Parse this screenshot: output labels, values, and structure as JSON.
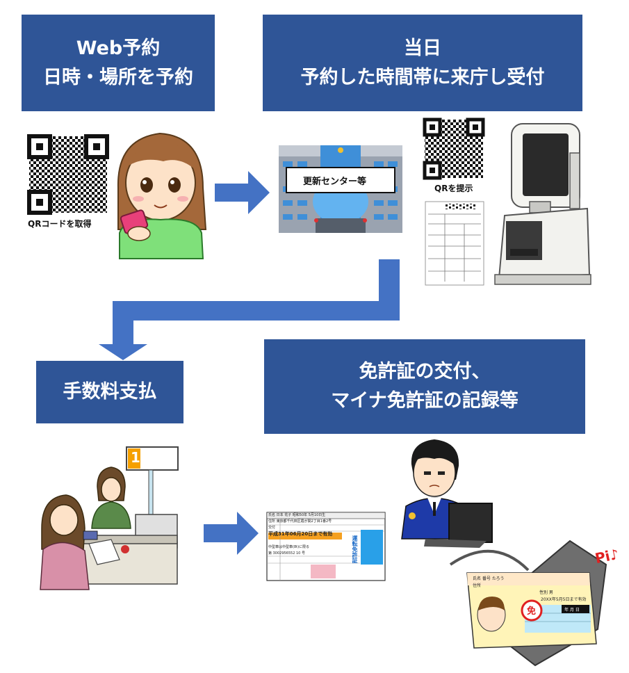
{
  "steps": [
    {
      "line1": "Web予約",
      "line2": "日時・場所を予約"
    },
    {
      "line1": "当日",
      "line2": "予約した時間帯に来庁し受付"
    },
    {
      "line1": "手数料支払"
    },
    {
      "line1": "免許証の交付、",
      "line2": "マイナ免許証の記録等"
    }
  ],
  "captions": {
    "qr_get": "QRコードを取得",
    "qr_show": "QRを提示",
    "center_sign": "更新センター等",
    "window_number": "1",
    "sound": "Pi♪"
  },
  "license": {
    "name_label": "氏名",
    "name": "日本 花子",
    "dob": "昭和50年 5月10日生",
    "address_label": "住所",
    "address": "東京都千代田区霞が関2丁目1番2号",
    "issue_label": "交付",
    "valid_until": "平成31年06月20日まで有効",
    "license_type": "中型車は中型車(8t)に限る",
    "number": "第 3002956552 10 号",
    "side_title": "運転免許証"
  },
  "mynumber": {
    "name_label": "氏名",
    "name": "番号 たろう",
    "address_label": "住所",
    "valid": "20XX年5月5日まで有効",
    "gender": "性別 男",
    "date_cols": "年 月 日",
    "stamp": "免"
  },
  "colors": {
    "box": "#2f5597",
    "arrow": "#4472c4"
  }
}
